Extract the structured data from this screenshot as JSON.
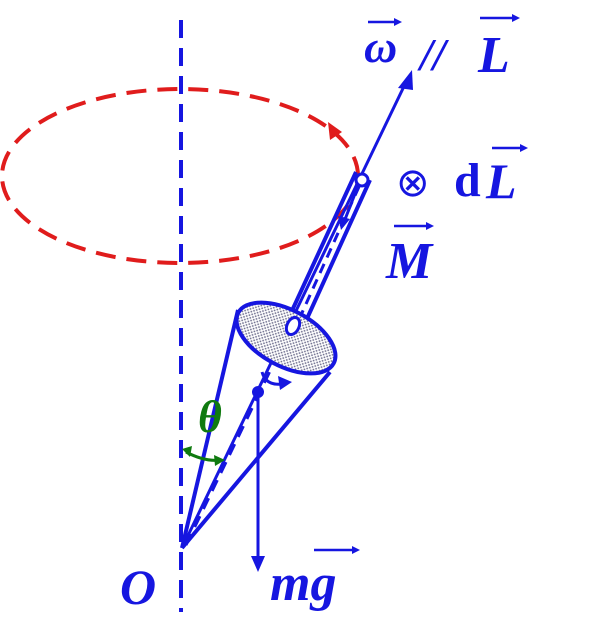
{
  "labels": {
    "omega": "ω",
    "parallel": "//",
    "L": "L",
    "otimes": "⊗",
    "dL_d": "d",
    "dL_L": "L",
    "M": "M",
    "theta": "θ",
    "O": "O",
    "mg": "mg"
  },
  "colors": {
    "main": "#1616e0",
    "precession": "#e01c1c",
    "angle": "#0f7a0f",
    "disk_fill": "#d9d9e6"
  }
}
